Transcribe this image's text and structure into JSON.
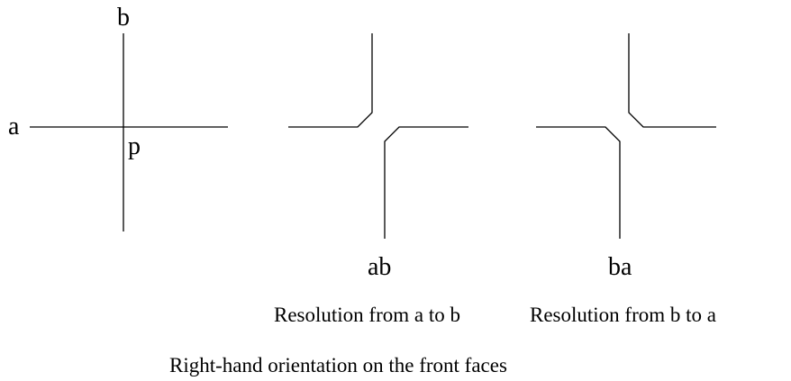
{
  "colors": {
    "line": "#000000",
    "background": "#ffffff"
  },
  "crossing": {
    "label_a": "a",
    "label_b": "b",
    "label_p": "p"
  },
  "resolution_ab": {
    "label": "ab",
    "caption": "Resolution from a to b"
  },
  "resolution_ba": {
    "label": "ba",
    "caption": "Resolution from b to a"
  },
  "footer_caption": "Right-hand orientation on the front faces"
}
